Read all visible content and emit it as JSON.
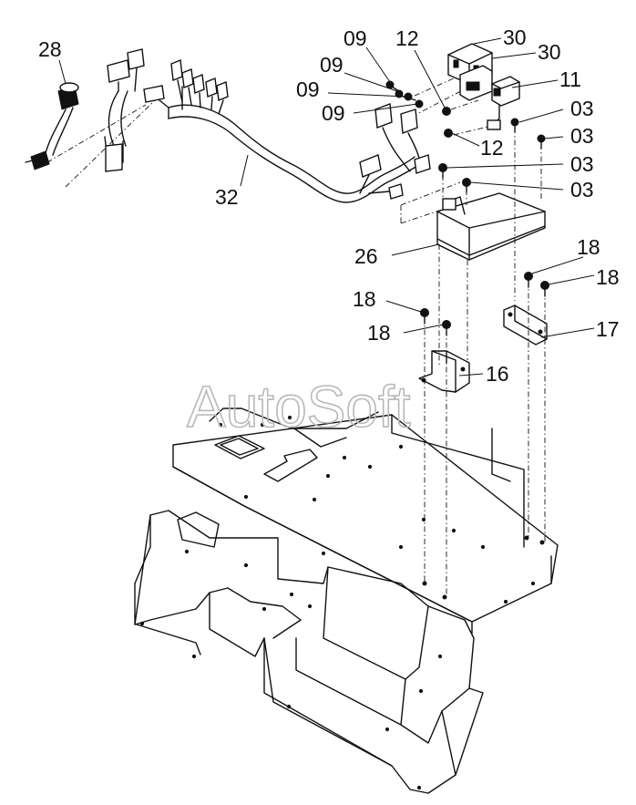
{
  "watermark": "AutoSoft",
  "callouts": {
    "p28": "28",
    "p09a": "09",
    "p09b": "09",
    "p09c": "09",
    "p09d": "09",
    "p12a": "12",
    "p12b": "12",
    "p30a": "30",
    "p30b": "30",
    "p11": "11",
    "p03a": "03",
    "p03b": "03",
    "p03c": "03",
    "p03d": "03",
    "p32": "32",
    "p26": "26",
    "p18a": "18",
    "p18b": "18",
    "p18c": "18",
    "p18d": "18",
    "p17": "17",
    "p16": "16"
  }
}
